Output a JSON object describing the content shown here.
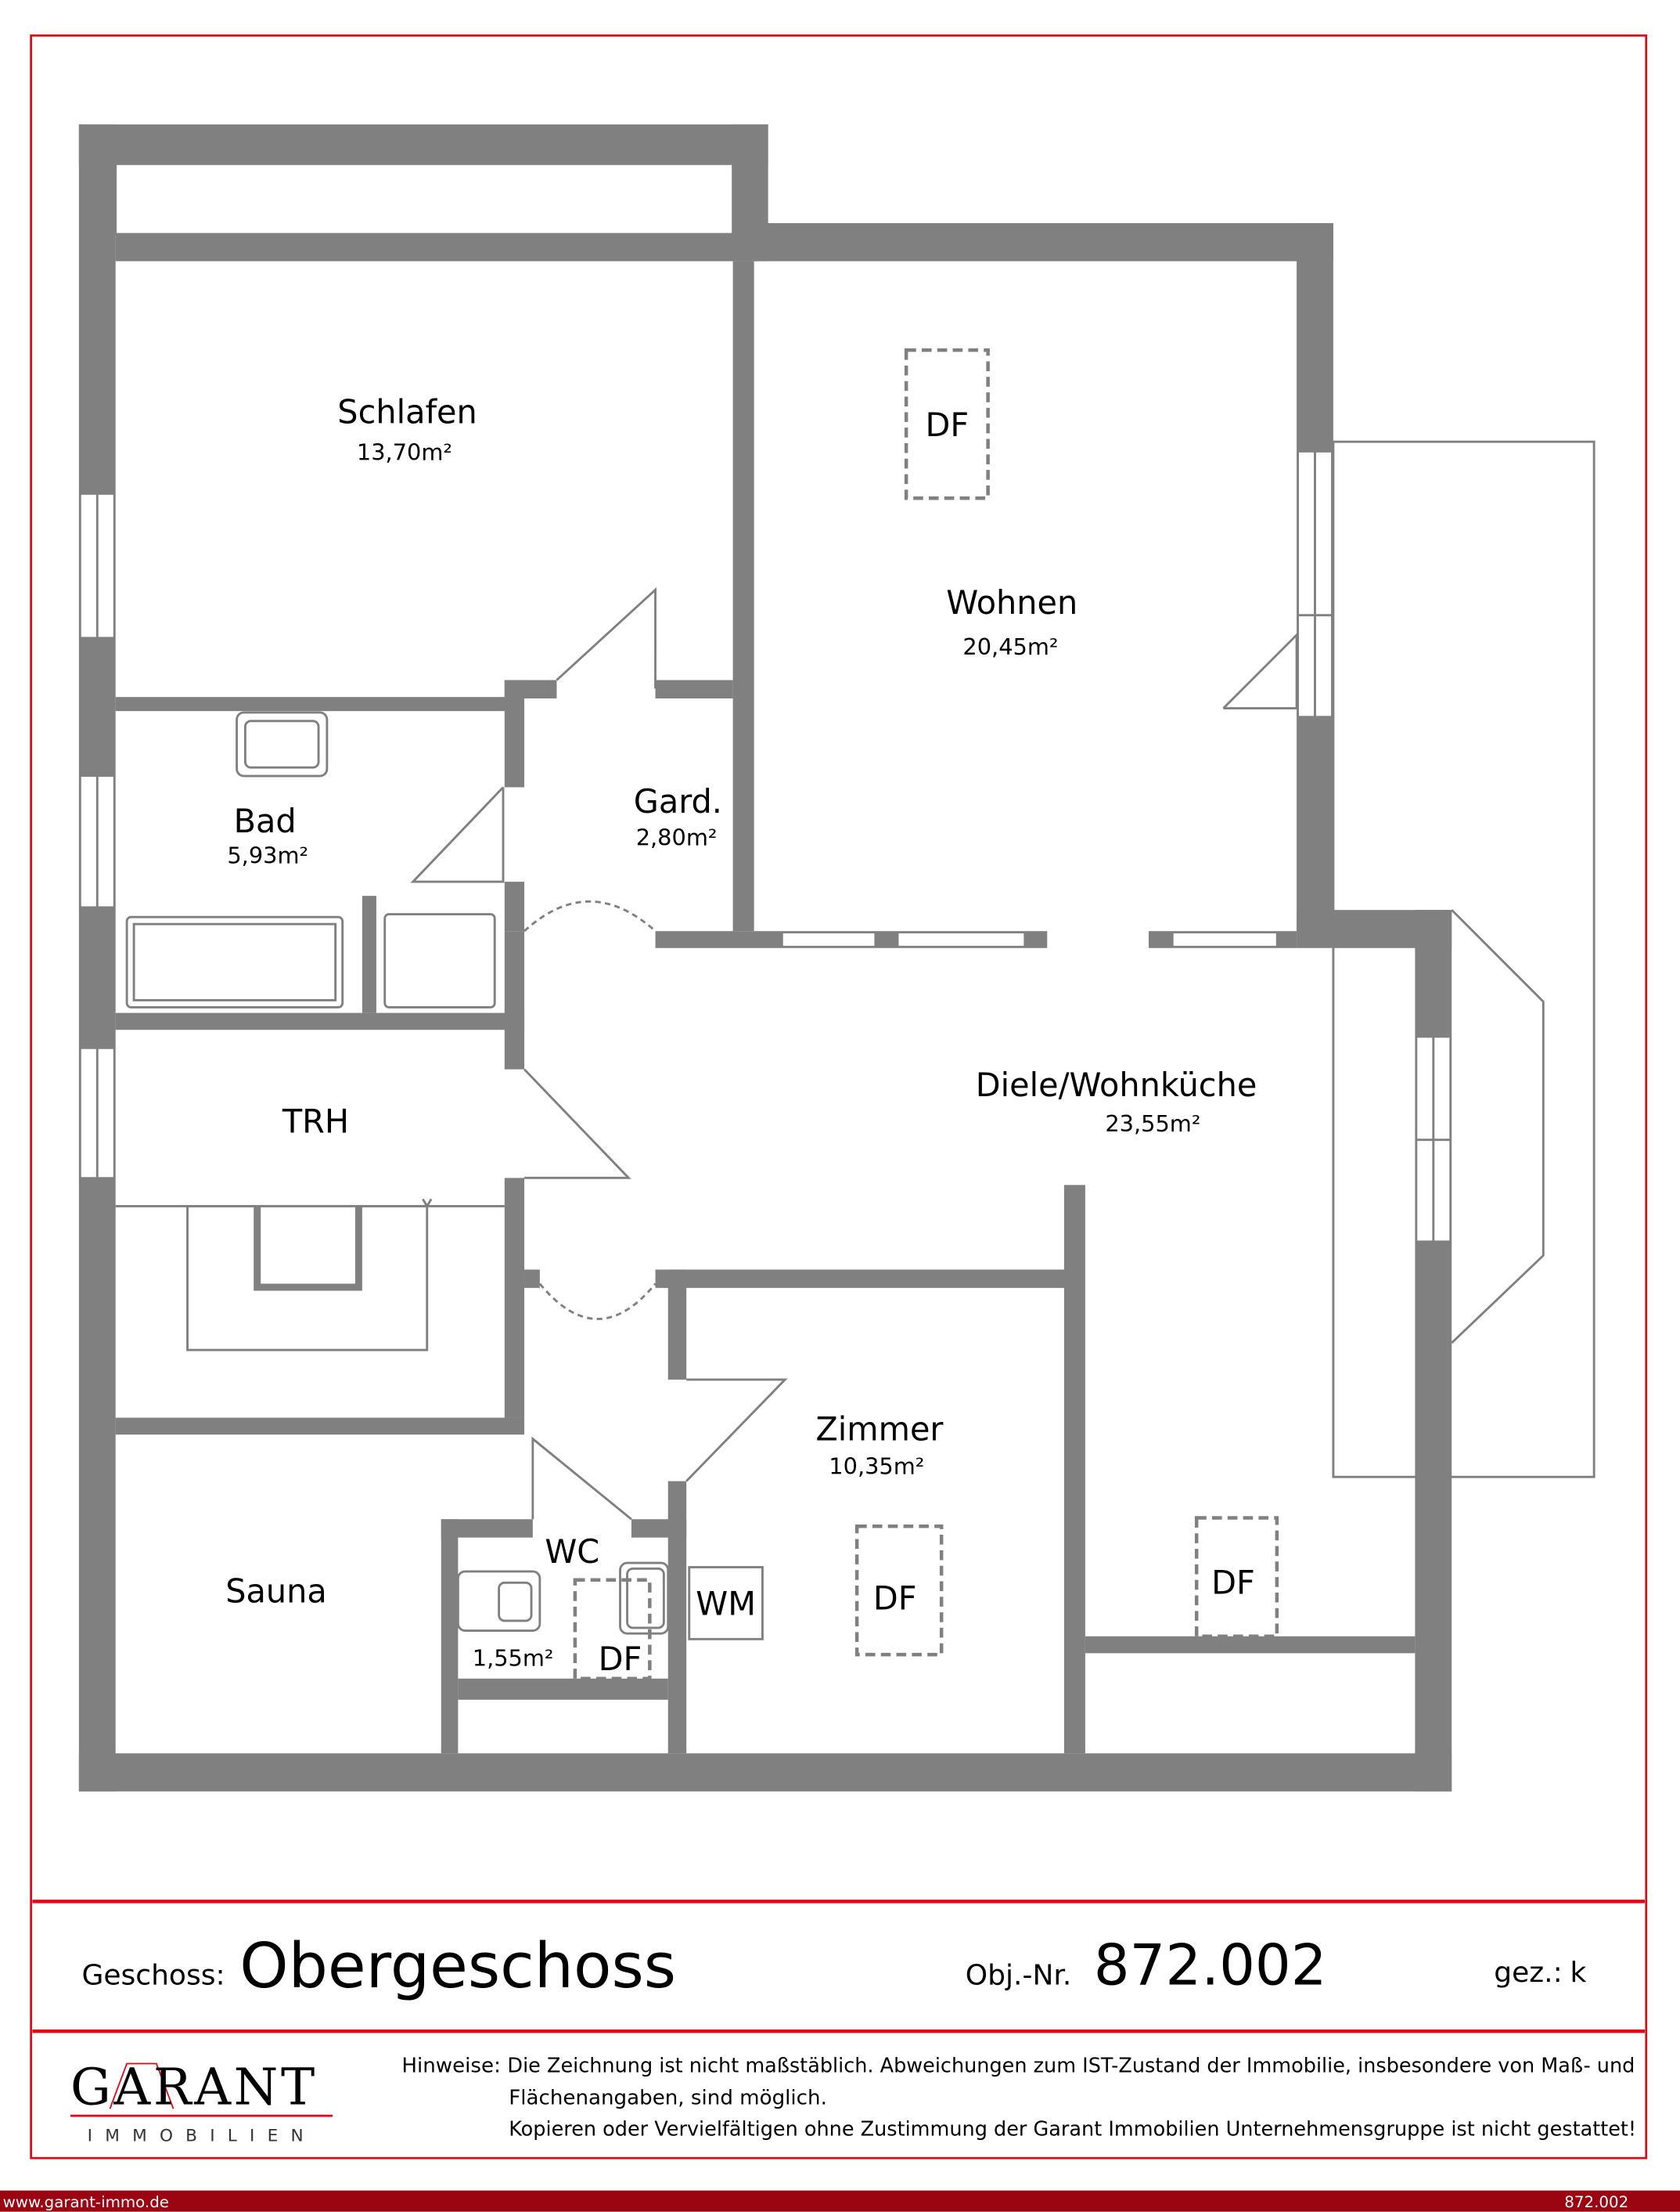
{
  "rooms": {
    "schlafen": {
      "name": "Schlafen",
      "area": "13,70m²"
    },
    "wohnen": {
      "name": "Wohnen",
      "area": "20,45m²"
    },
    "bad": {
      "name": "Bad",
      "area": "5,93m²"
    },
    "gard": {
      "name": "Gard.",
      "area": "2,80m²"
    },
    "diele": {
      "name": "Diele/Wohnküche",
      "area": "23,55m²"
    },
    "trh": {
      "name": "TRH"
    },
    "zimmer": {
      "name": "Zimmer",
      "area": "10,35m²"
    },
    "sauna": {
      "name": "Sauna"
    },
    "wc": {
      "name": "WC",
      "area": "1,55m²"
    }
  },
  "markers": {
    "df": "DF",
    "wm": "WM"
  },
  "title_block": {
    "floor_label": "Geschoss:",
    "floor_value": "Obergeschoss",
    "obj_label": "Obj.-Nr.",
    "obj_value": "872.002",
    "drawn_label": "gez.:",
    "drawn_value": "k"
  },
  "logo": {
    "name": "GARANT",
    "sub": "IMMOBILIEN"
  },
  "notes": {
    "label": "Hinweise:",
    "line1": "Die Zeichnung ist nicht maßstäblich. Abweichungen zum IST-Zustand der Immobilie, insbesondere von Maß- und",
    "line2": "Flächenangaben, sind möglich.",
    "line3": "Kopieren oder Vervielfältigen ohne Zustimmung der Garant Immobilien Unternehmensgruppe ist nicht gestattet!"
  },
  "footer": {
    "website": "www.garant-immo.de",
    "ref": "872.002"
  },
  "colors": {
    "wall": "#808080",
    "frame": "#e30613",
    "footer_bar": "#9b0512"
  }
}
